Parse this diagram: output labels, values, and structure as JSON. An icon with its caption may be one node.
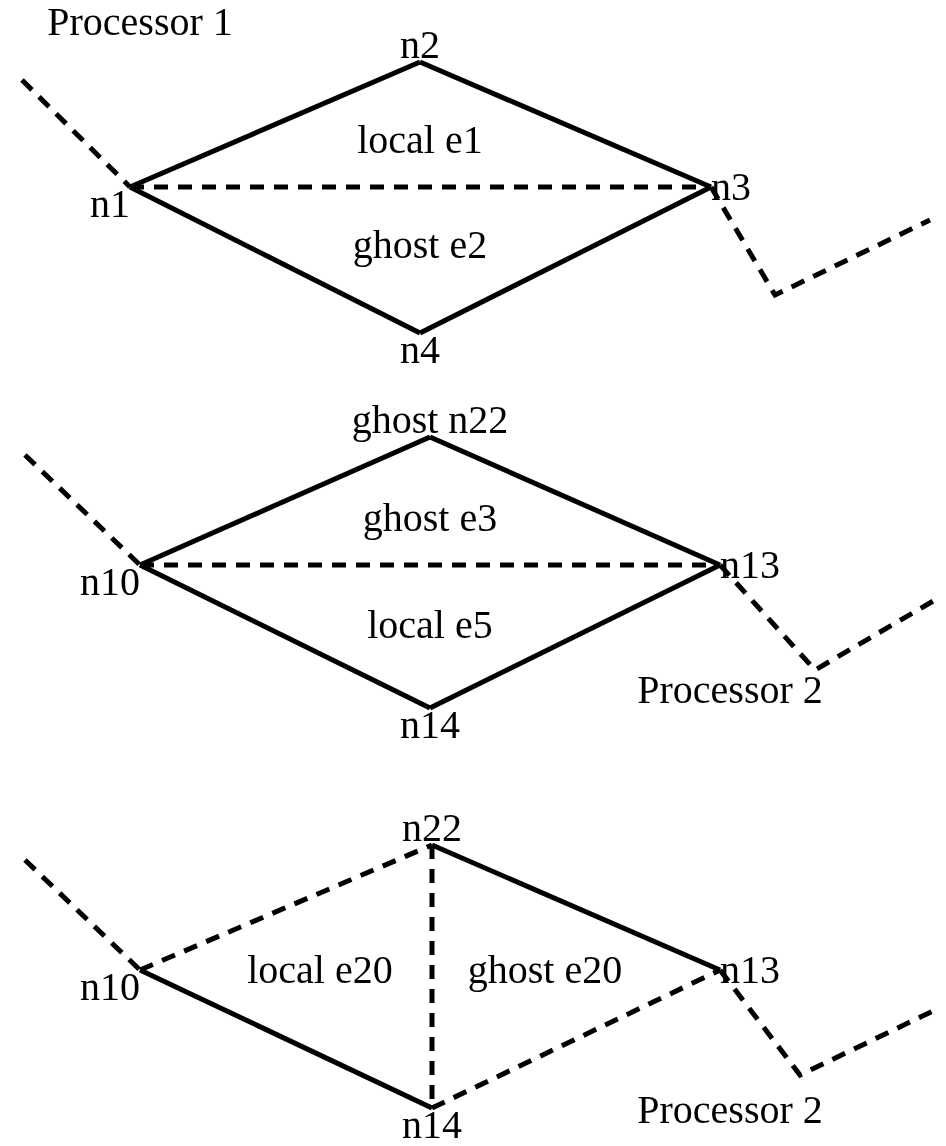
{
  "diagram": {
    "nodes": [
      {
        "text": [
          "n1"
        ]
      },
      {
        "text": [
          "n2"
        ]
      },
      {
        "text": [
          "n3"
        ]
      },
      {
        "text": [
          "n4"
        ]
      },
      {
        "text": [
          "ghost n22"
        ]
      },
      {
        "text": [
          "n10"
        ]
      },
      {
        "text": [
          "n13"
        ]
      },
      {
        "text": [
          "n14"
        ]
      },
      {
        "text": [
          "n22"
        ]
      },
      {
        "text": [
          "n10"
        ]
      },
      {
        "text": [
          "n13"
        ]
      },
      {
        "text": [
          "n14"
        ]
      }
    ],
    "edges": [
      {
        "from": null,
        "to": 0,
        "arrow": "none",
        "style": "dashed"
      },
      {
        "from": 0,
        "to": 1,
        "arrow": "none"
      },
      {
        "from": 1,
        "to": 2,
        "arrow": "none"
      },
      {
        "from": 0,
        "to": 2,
        "arrow": "none",
        "style": "dashed"
      },
      {
        "from": 0,
        "to": 3,
        "arrow": "none"
      },
      {
        "from": 3,
        "to": 2,
        "arrow": "none"
      },
      {
        "from": 2,
        "to": null,
        "arrow": "none",
        "style": "dashed"
      },
      {
        "from": null,
        "to": 5,
        "arrow": "none",
        "style": "dashed"
      },
      {
        "from": 5,
        "to": 4,
        "arrow": "none"
      },
      {
        "from": 4,
        "to": 6,
        "arrow": "none"
      },
      {
        "from": 5,
        "to": 6,
        "arrow": "none",
        "style": "dashed"
      },
      {
        "from": 5,
        "to": 7,
        "arrow": "none"
      },
      {
        "from": 7,
        "to": 6,
        "arrow": "none"
      },
      {
        "from": 6,
        "to": null,
        "arrow": "none",
        "style": "dashed"
      },
      {
        "from": null,
        "to": 9,
        "arrow": "none",
        "style": "dashed"
      },
      {
        "from": 9,
        "to": 8,
        "arrow": "none",
        "style": "dashed"
      },
      {
        "from": 8,
        "to": 10,
        "arrow": "none"
      },
      {
        "from": 8,
        "to": 11,
        "arrow": "none",
        "style": "dashed"
      },
      {
        "from": 9,
        "to": 11,
        "arrow": "none"
      },
      {
        "from": 11,
        "to": 10,
        "arrow": "none",
        "style": "dashed"
      },
      {
        "from": 10,
        "to": null,
        "arrow": "none",
        "style": "dashed"
      }
    ],
    "labels": [
      "Processor 1",
      "local e1",
      "ghost e2",
      "ghost e3",
      "local e5",
      "Processor 2",
      "local e20",
      "ghost e20",
      "Processor 2"
    ]
  }
}
